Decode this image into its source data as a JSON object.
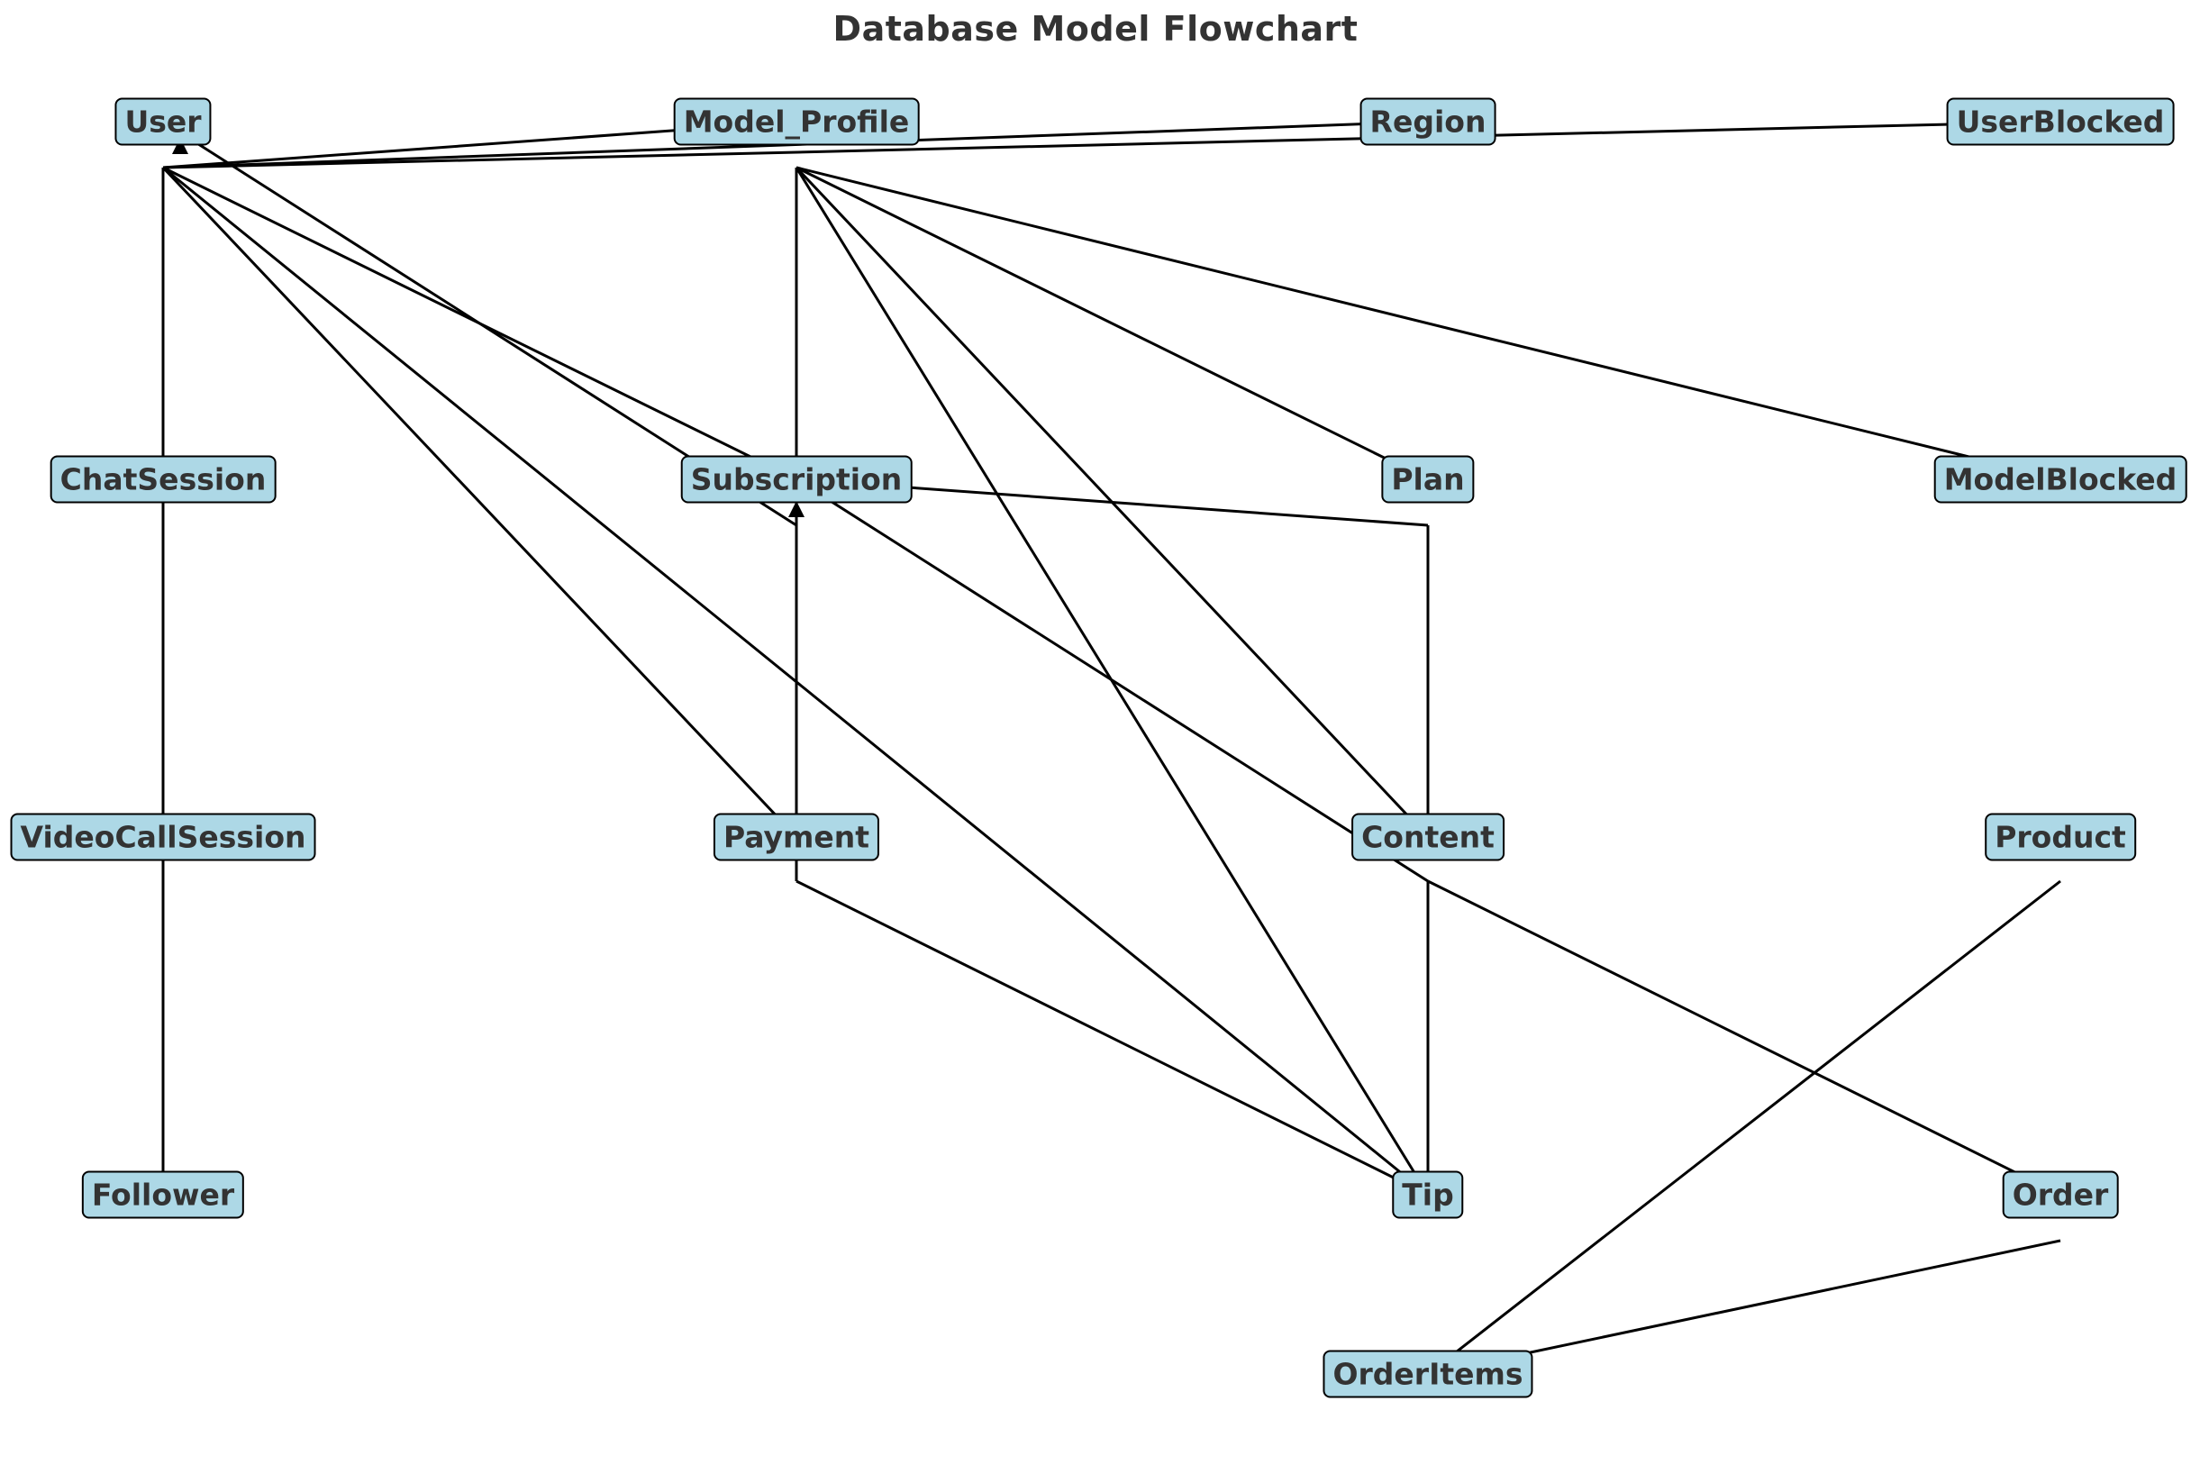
{
  "title": "Database Model Flowchart",
  "colors": {
    "node_fill": "#add8e6",
    "node_border": "#000000",
    "node_text": "#333333",
    "edge": "#000000",
    "title": "#333333"
  },
  "nodes": [
    {
      "id": "user",
      "label": "User"
    },
    {
      "id": "model_profile",
      "label": "Model_Profile"
    },
    {
      "id": "region",
      "label": "Region"
    },
    {
      "id": "userblocked",
      "label": "UserBlocked"
    },
    {
      "id": "chatsession",
      "label": "ChatSession"
    },
    {
      "id": "subscription",
      "label": "Subscription"
    },
    {
      "id": "plan",
      "label": "Plan"
    },
    {
      "id": "modelblocked",
      "label": "ModelBlocked"
    },
    {
      "id": "videocallsession",
      "label": "VideoCallSession"
    },
    {
      "id": "payment",
      "label": "Payment"
    },
    {
      "id": "content",
      "label": "Content"
    },
    {
      "id": "product",
      "label": "Product"
    },
    {
      "id": "follower",
      "label": "Follower"
    },
    {
      "id": "tip",
      "label": "Tip"
    },
    {
      "id": "order",
      "label": "Order"
    },
    {
      "id": "orderitems",
      "label": "OrderItems"
    }
  ],
  "edges": [
    {
      "from": "user",
      "to": "model_profile"
    },
    {
      "from": "user",
      "to": "region"
    },
    {
      "from": "user",
      "to": "userblocked"
    },
    {
      "from": "user",
      "to": "chatsession"
    },
    {
      "from": "user",
      "to": "subscription"
    },
    {
      "from": "subscription",
      "to": "user"
    },
    {
      "from": "user",
      "to": "payment"
    },
    {
      "from": "user",
      "to": "tip"
    },
    {
      "from": "chatsession",
      "to": "videocallsession"
    },
    {
      "from": "videocallsession",
      "to": "follower"
    },
    {
      "from": "model_profile",
      "to": "subscription"
    },
    {
      "from": "model_profile",
      "to": "plan"
    },
    {
      "from": "model_profile",
      "to": "modelblocked"
    },
    {
      "from": "model_profile",
      "to": "content"
    },
    {
      "from": "model_profile",
      "to": "tip"
    },
    {
      "from": "plan",
      "to": "subscription"
    },
    {
      "from": "payment",
      "to": "subscription"
    },
    {
      "from": "content",
      "to": "subscription"
    },
    {
      "from": "plan",
      "to": "content"
    },
    {
      "from": "content",
      "to": "tip"
    },
    {
      "from": "payment",
      "to": "tip"
    },
    {
      "from": "content",
      "to": "order"
    },
    {
      "from": "order",
      "to": "orderitems"
    },
    {
      "from": "product",
      "to": "orderitems"
    }
  ]
}
